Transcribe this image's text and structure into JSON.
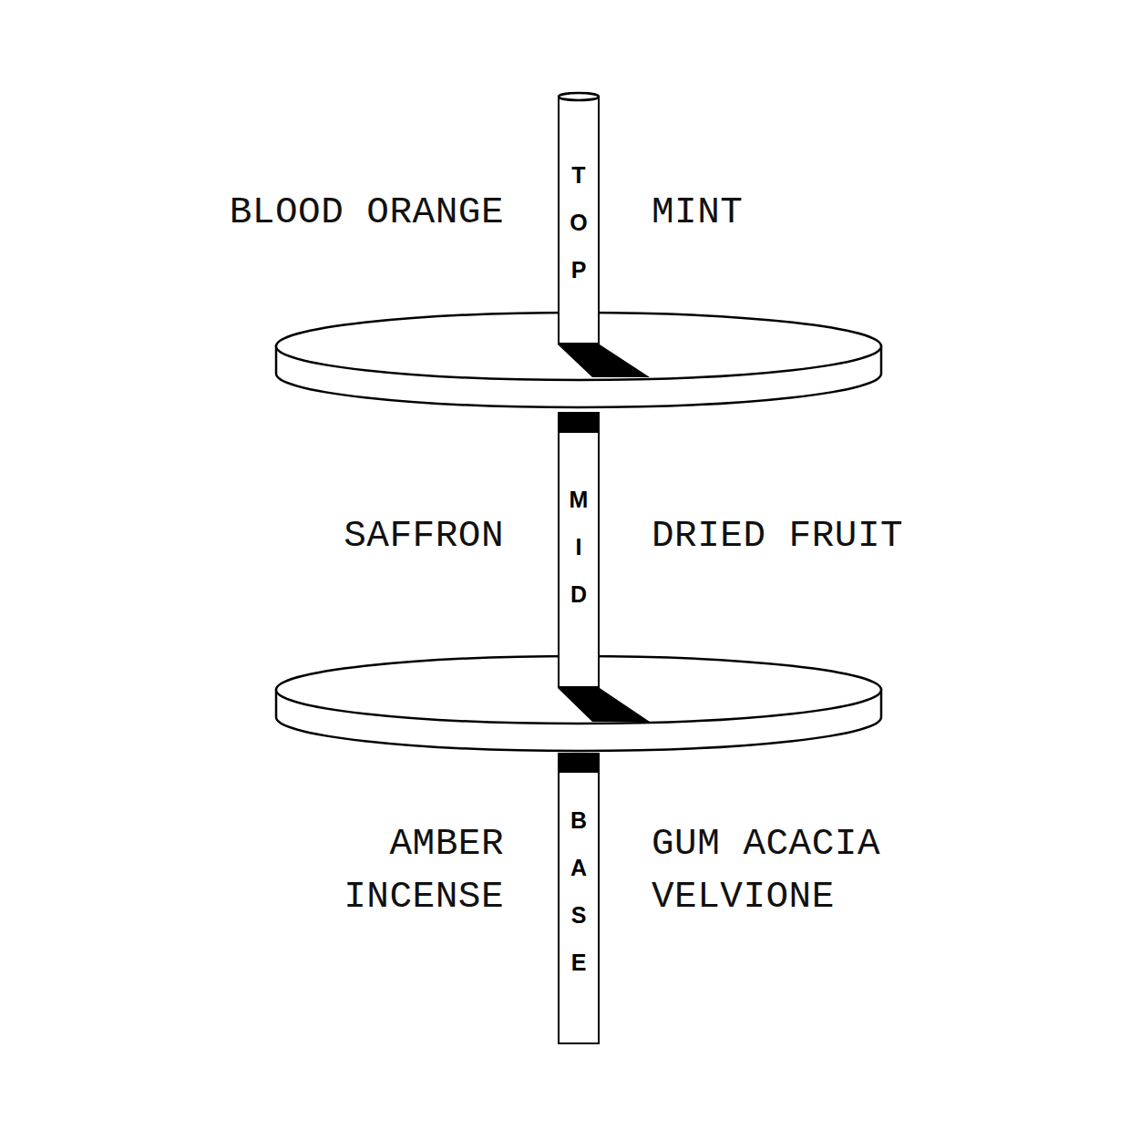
{
  "diagram": {
    "nodes": [
      {
        "text": [
          "TOP"
        ]
      },
      {
        "text": [
          "MID"
        ]
      },
      {
        "text": [
          "BASE"
        ]
      }
    ],
    "labels": [
      "BLOOD ORANGE",
      "MINT",
      "SAFFRON",
      "DRIED FRUIT",
      "AMBER",
      "GUM ACACIA",
      "INCENSE",
      "VELVIONE"
    ]
  }
}
